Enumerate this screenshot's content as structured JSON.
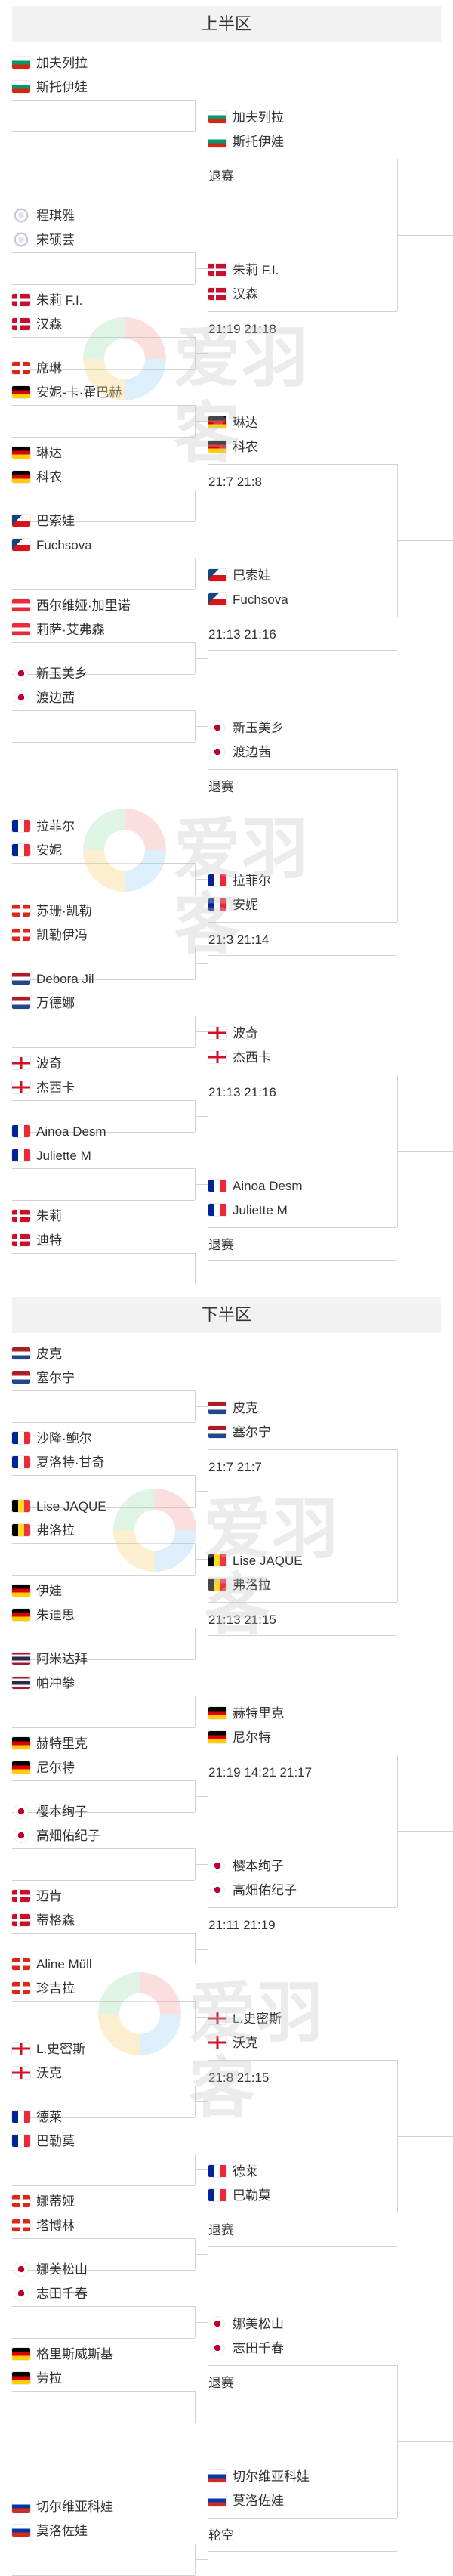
{
  "sections": [
    {
      "title": "上半区",
      "matches": [
        {
          "p1": {
            "name": "加夫列拉",
            "flag": "flag-bulgaria"
          },
          "p2": {
            "name": "斯托伊娃",
            "flag": "flag-bulgaria"
          },
          "w1": {
            "name": "加夫列拉",
            "flag": "flag-bulgaria"
          },
          "w2": {
            "name": "斯托伊娃",
            "flag": "flag-bulgaria"
          },
          "score": "退赛"
        },
        {
          "p1": {
            "name": "程琪雅",
            "flag": "flag-chinese-taipei"
          },
          "p2": {
            "name": "宋硕芸",
            "flag": "flag-chinese-taipei"
          },
          "q1": {
            "name": "朱莉 F.I.",
            "flag": "flag-denmark"
          },
          "q2": {
            "name": "汉森",
            "flag": "flag-denmark"
          },
          "w1": {
            "name": "朱莉 F.I.",
            "flag": "flag-denmark"
          },
          "w2": {
            "name": "汉森",
            "flag": "flag-denmark"
          },
          "score": "21:19  21:18"
        },
        {
          "p1": {
            "name": "席琳",
            "flag": "flag-switzerland"
          },
          "p2": {
            "name": "安妮-卡·霍巴赫",
            "flag": "flag-germany"
          },
          "q1": {
            "name": "琳达",
            "flag": "flag-germany"
          },
          "q2": {
            "name": "科农",
            "flag": "flag-germany"
          },
          "w1": {
            "name": "琳达",
            "flag": "flag-germany"
          },
          "w2": {
            "name": "科农",
            "flag": "flag-germany"
          },
          "score": "21:7  21:8"
        },
        {
          "p1": {
            "name": "巴索娃",
            "flag": "flag-czech"
          },
          "p2": {
            "name": "Fuchsova",
            "flag": "flag-czech"
          },
          "q1": {
            "name": "西尔维娅·加里诺",
            "flag": "flag-austria"
          },
          "q2": {
            "name": "莉萨·艾弗森",
            "flag": "flag-austria"
          },
          "w1": {
            "name": "巴索娃",
            "flag": "flag-czech"
          },
          "w2": {
            "name": "Fuchsova",
            "flag": "flag-czech"
          },
          "score": "21:13  21:16"
        },
        {
          "p1": {
            "name": "新玉美乡",
            "flag": "flag-japan"
          },
          "p2": {
            "name": "渡边茜",
            "flag": "flag-japan"
          },
          "w1": {
            "name": "新玉美乡",
            "flag": "flag-japan"
          },
          "w2": {
            "name": "渡边茜",
            "flag": "flag-japan"
          },
          "score": "退赛"
        },
        {
          "p1": {
            "name": "拉菲尔",
            "flag": "flag-france"
          },
          "p2": {
            "name": "安妮",
            "flag": "flag-france"
          },
          "q1": {
            "name": "苏珊·凯勒",
            "flag": "flag-switzerland"
          },
          "q2": {
            "name": "凯勒伊冯",
            "flag": "flag-switzerland"
          },
          "w1": {
            "name": "拉菲尔",
            "flag": "flag-france"
          },
          "w2": {
            "name": "安妮",
            "flag": "flag-france"
          },
          "score": "21:3  21:14"
        },
        {
          "p1": {
            "name": "Debora Jil",
            "flag": "flag-netherlands"
          },
          "p2": {
            "name": "万德娜",
            "flag": "flag-netherlands"
          },
          "q1": {
            "name": "波奇",
            "flag": "flag-england"
          },
          "q2": {
            "name": "杰西卡",
            "flag": "flag-england"
          },
          "w1": {
            "name": "波奇",
            "flag": "flag-england"
          },
          "w2": {
            "name": "杰西卡",
            "flag": "flag-england"
          },
          "score": "21:13  21:16"
        },
        {
          "p1": {
            "name": "Ainoa Desm",
            "flag": "flag-france"
          },
          "p2": {
            "name": "Juliette M",
            "flag": "flag-france"
          },
          "q1": {
            "name": "朱莉",
            "flag": "flag-denmark"
          },
          "q2": {
            "name": "迪特",
            "flag": "flag-denmark"
          },
          "w1": {
            "name": "Ainoa Desm",
            "flag": "flag-france"
          },
          "w2": {
            "name": "Juliette M",
            "flag": "flag-france"
          },
          "score": "退赛"
        }
      ]
    },
    {
      "title": "下半区",
      "matches": [
        {
          "p1": {
            "name": "皮克",
            "flag": "flag-netherlands"
          },
          "p2": {
            "name": "塞尔宁",
            "flag": "flag-netherlands"
          },
          "q1": {
            "name": "沙隆·鲍尔",
            "flag": "flag-france"
          },
          "q2": {
            "name": "夏洛特·甘奇",
            "flag": "flag-france"
          },
          "w1": {
            "name": "皮克",
            "flag": "flag-netherlands"
          },
          "w2": {
            "name": "塞尔宁",
            "flag": "flag-netherlands"
          },
          "score": "21:7  21:7"
        },
        {
          "p1": {
            "name": "Lise JAQUE",
            "flag": "flag-belgium"
          },
          "p2": {
            "name": "弗洛拉",
            "flag": "flag-belgium"
          },
          "q1": {
            "name": "伊娃",
            "flag": "flag-germany"
          },
          "q2": {
            "name": "朱迪思",
            "flag": "flag-germany"
          },
          "w1": {
            "name": "Lise JAQUE",
            "flag": "flag-belgium"
          },
          "w2": {
            "name": "弗洛拉",
            "flag": "flag-belgium"
          },
          "score": "21:13  21:15"
        },
        {
          "p1": {
            "name": "阿米达拜",
            "flag": "flag-thailand"
          },
          "p2": {
            "name": "帕冲攀",
            "flag": "flag-thailand"
          },
          "q1": {
            "name": "赫特里克",
            "flag": "flag-germany"
          },
          "q2": {
            "name": "尼尔特",
            "flag": "flag-germany"
          },
          "w1": {
            "name": "赫特里克",
            "flag": "flag-germany"
          },
          "w2": {
            "name": "尼尔特",
            "flag": "flag-germany"
          },
          "score": "21:19  14:21  21:17"
        },
        {
          "p1": {
            "name": "樱本绚子",
            "flag": "flag-japan"
          },
          "p2": {
            "name": "高畑佑纪子",
            "flag": "flag-japan"
          },
          "q1": {
            "name": "迈肯",
            "flag": "flag-denmark"
          },
          "q2": {
            "name": "蒂格森",
            "flag": "flag-denmark"
          },
          "w1": {
            "name": "樱本绚子",
            "flag": "flag-japan"
          },
          "w2": {
            "name": "高畑佑纪子",
            "flag": "flag-japan"
          },
          "score": "21:11  21:19"
        },
        {
          "p1": {
            "name": "Aline Müll",
            "flag": "flag-switzerland"
          },
          "p2": {
            "name": "珍吉拉",
            "flag": "flag-switzerland"
          },
          "q1": {
            "name": "L.史密斯",
            "flag": "flag-england"
          },
          "q2": {
            "name": "沃克",
            "flag": "flag-england"
          },
          "w1": {
            "name": "L.史密斯",
            "flag": "flag-england"
          },
          "w2": {
            "name": "沃克",
            "flag": "flag-england"
          },
          "score": "21:8  21:15"
        },
        {
          "p1": {
            "name": "德莱",
            "flag": "flag-france"
          },
          "p2": {
            "name": "巴勒莫",
            "flag": "flag-france"
          },
          "q1": {
            "name": "娜蒂娅",
            "flag": "flag-switzerland"
          },
          "q2": {
            "name": "塔博林",
            "flag": "flag-switzerland"
          },
          "w1": {
            "name": "德莱",
            "flag": "flag-france"
          },
          "w2": {
            "name": "巴勒莫",
            "flag": "flag-france"
          },
          "score": "退赛"
        },
        {
          "p1": {
            "name": "娜美松山",
            "flag": "flag-japan"
          },
          "p2": {
            "name": "志田千春",
            "flag": "flag-japan"
          },
          "q1": {
            "name": "格里斯威斯基",
            "flag": "flag-germany"
          },
          "q2": {
            "name": "劳拉",
            "flag": "flag-germany"
          },
          "w1": {
            "name": "娜美松山",
            "flag": "flag-japan"
          },
          "w2": {
            "name": "志田千春",
            "flag": "flag-japan"
          },
          "score": "退赛"
        },
        {
          "q1": {
            "name": "切尔维亚科娃",
            "flag": "flag-russia"
          },
          "q2": {
            "name": "莫洛佐娃",
            "flag": "flag-russia"
          },
          "w1": {
            "name": "切尔维亚科娃",
            "flag": "flag-russia"
          },
          "w2": {
            "name": "莫洛佐娃",
            "flag": "flag-russia"
          },
          "score": "轮空"
        }
      ]
    }
  ],
  "watermarks": [
    "爱羽客",
    "爱羽客",
    "爱羽客",
    "爱羽客"
  ],
  "colors": {
    "background": "#ffffff",
    "section_header": "#f2f2f2",
    "bracket_line": "#d2d2d2",
    "text": "#333333"
  }
}
